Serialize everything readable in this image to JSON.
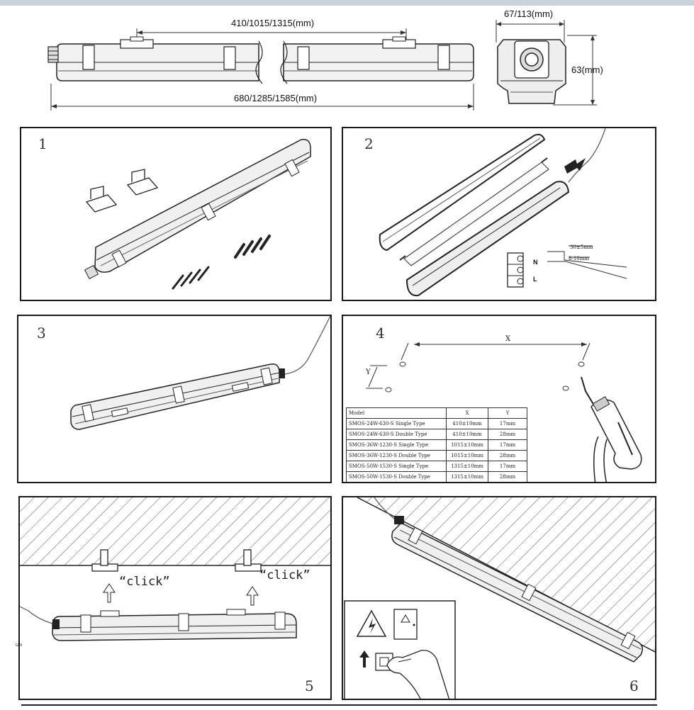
{
  "dimensions": {
    "inner_length": "410/1015/1315(mm)",
    "total_length": "680/1285/1585(mm)",
    "width": "67/113(mm)",
    "height": "63(mm)"
  },
  "panels": [
    {
      "number": "1"
    },
    {
      "number": "2"
    },
    {
      "number": "3"
    },
    {
      "number": "4"
    },
    {
      "number": "5"
    },
    {
      "number": "6"
    }
  ],
  "wiring": {
    "strip_long": "30±5mm",
    "strip_short": "8-10mm",
    "terminal_n": "N",
    "terminal_l": "L"
  },
  "drill_axes": {
    "x": "X",
    "y": "Y"
  },
  "model_table": {
    "headers": [
      "Model",
      "X",
      "Y"
    ],
    "rows": [
      [
        "SMOS-24W-630-S Single Type",
        "410±10mm",
        "17mm"
      ],
      [
        "SMOS-24W-630-S Double Type",
        "410±10mm",
        "28mm"
      ],
      [
        "SMOS-36W-1230-S Single Type",
        "1015±10mm",
        "17mm"
      ],
      [
        "SMOS-36W-1230-S Double Type",
        "1015±10mm",
        "28mm"
      ],
      [
        "SMOS-50W-1530-S Single Type",
        "1315±10mm",
        "17mm"
      ],
      [
        "SMOS-50W-1530-S Double Type",
        "1315±10mm",
        "28mm"
      ]
    ]
  },
  "click_label": "“click”",
  "switch_label": "ON"
}
